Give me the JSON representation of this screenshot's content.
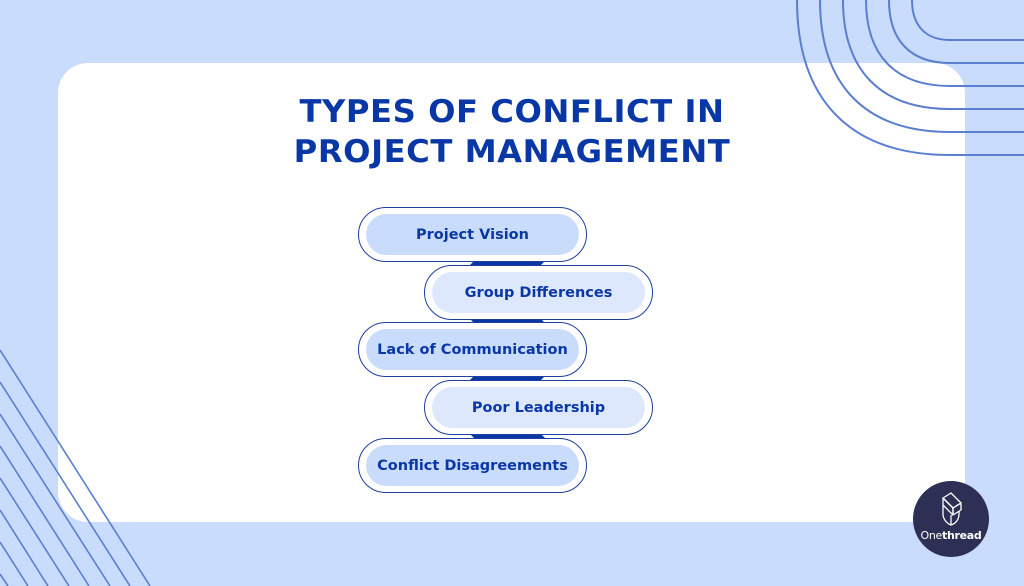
{
  "title": {
    "line1": "TYPES OF CONFLICT IN",
    "line2": "PROJECT MANAGEMENT"
  },
  "flow": {
    "items": [
      {
        "label": "Project Vision"
      },
      {
        "label": "Group Differences"
      },
      {
        "label": "Lack of Communication"
      },
      {
        "label": "Poor Leadership"
      },
      {
        "label": "Conflict Disagreements"
      }
    ]
  },
  "logo": {
    "prefix": "One",
    "suffix": "thread"
  },
  "colors": {
    "background": "#c9dcfc",
    "card": "#ffffff",
    "accent": "#0a37a6",
    "line": "#5b7fd0",
    "logo_bg": "#2d2f55"
  }
}
